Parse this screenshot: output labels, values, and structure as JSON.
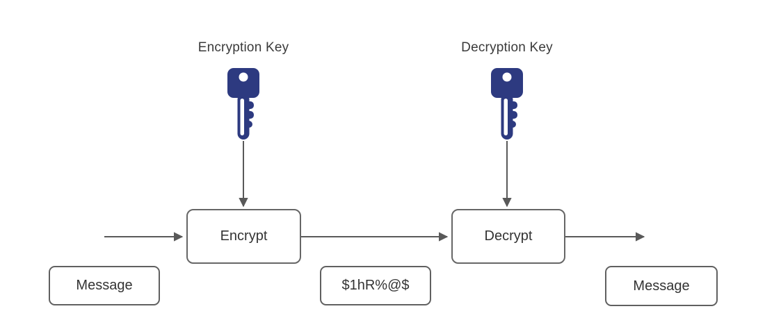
{
  "diagram": {
    "key_labels": {
      "encryption": "Encryption Key",
      "decryption": "Decryption Key"
    },
    "process_nodes": {
      "encrypt": "Encrypt",
      "decrypt": "Decrypt"
    },
    "data_nodes": {
      "plaintext_input": "Message",
      "ciphertext": "$1hR%@$",
      "plaintext_output": "Message"
    },
    "icons": {
      "left": "key-icon",
      "right": "key-icon"
    },
    "colors": {
      "background": "#ffffff",
      "key_fill": "#2d3a80",
      "box_border": "#666666",
      "arrow": "#595959",
      "text": "#333333"
    }
  }
}
